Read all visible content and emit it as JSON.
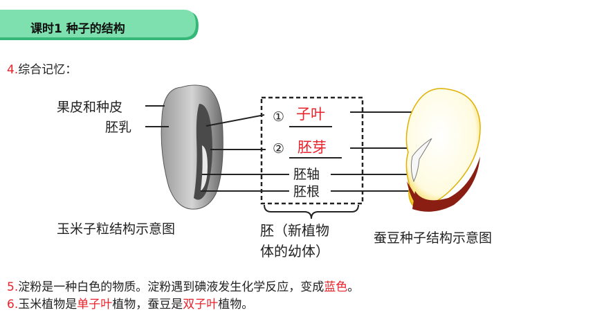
{
  "header": {
    "title": "课时1  种子的结构"
  },
  "item4": {
    "number": "4.",
    "text": "综合记忆："
  },
  "diagram": {
    "corn": {
      "labels": [
        "果皮和种皮",
        "胚乳"
      ],
      "caption": "玉米子粒结构示意图"
    },
    "embryo": {
      "markers": [
        "①",
        "②"
      ],
      "answers": [
        "子叶",
        "胚芽"
      ],
      "parts": [
        "胚轴",
        "胚根"
      ],
      "caption_line1": "胚（新植物",
      "caption_line2": "体的幼体）"
    },
    "bean": {
      "caption": "蚕豆种子结构示意图"
    }
  },
  "item5": {
    "number": "5.",
    "text_before": "淀粉是一种白色的物质。淀粉遇到碘液发生化学反应，变成",
    "answer": "蓝色",
    "text_after": "。"
  },
  "item6": {
    "number": "6.",
    "text_a": "玉米植物是",
    "answer1": "单子叶",
    "text_b": "植物，蚕豆是",
    "answer2": "双子叶",
    "text_c": "植物。"
  },
  "colors": {
    "banner": "#6ad6a0",
    "banner_edge": "#35b877",
    "accent_red": "#e8222a"
  }
}
